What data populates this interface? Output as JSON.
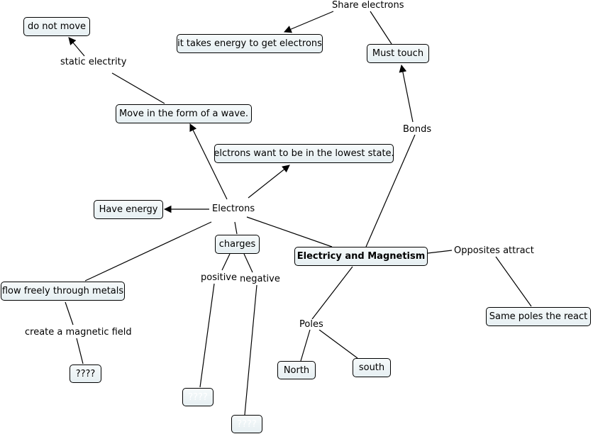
{
  "concepts": {
    "main": "Electricy and Magnetism",
    "electrons": "Electrons",
    "have_energy": "Have energy",
    "move_wave": "Move in the form of a wave.",
    "lowest_state": "elctrons want to be in the lowest state.",
    "do_not_move": "do not move",
    "takes_energy": "it takes energy to get electrons",
    "must_touch": "Must touch",
    "charges": "charges",
    "flow_freely": "flow freely through metals",
    "unknown_1": "????",
    "unknown_2": "????",
    "unknown_3": "????",
    "north": "North",
    "south": "south",
    "same_poles": "Same poles the react"
  },
  "linking_phrases": {
    "share_electrons": "Share electrons",
    "static_electrity": "static electrity",
    "bonds": "Bonds",
    "opposites_attract": "Opposites attract",
    "positive": "positive",
    "negative": "negative",
    "create_magnetic_field": "create a magnetic field",
    "poles": "Poles"
  },
  "colors": {
    "node_fill_top": "#f6fafb",
    "node_fill_bottom": "#e6eff2",
    "line": "#000000",
    "background": "#ffffff"
  }
}
